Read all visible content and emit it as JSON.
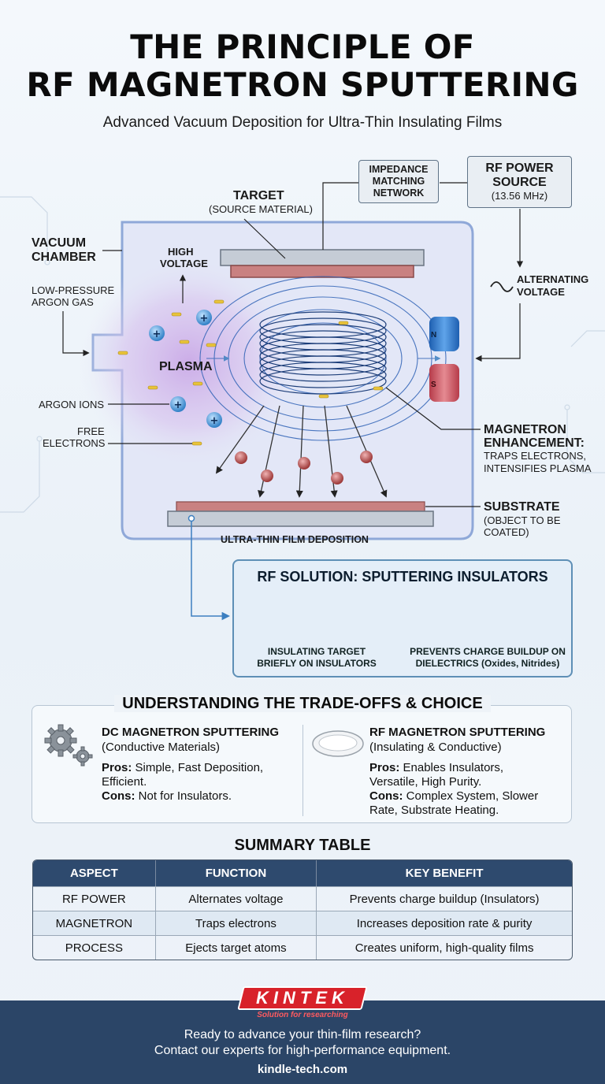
{
  "header": {
    "title_line1": "THE PRINCIPLE OF",
    "title_line2": "RF MAGNETRON SPUTTERING",
    "subtitle": "Advanced Vacuum Deposition for Ultra-Thin Insulating Films"
  },
  "diagram": {
    "impedance": [
      "IMPEDANCE",
      "MATCHING",
      "NETWORK"
    ],
    "rf_source": {
      "title1": "RF POWER",
      "title2": "SOURCE",
      "freq": "(13.56 MHz)"
    },
    "target": {
      "title": "TARGET",
      "sub": "(SOURCE MATERIAL)"
    },
    "vacuum": [
      "VACUUM",
      "CHAMBER"
    ],
    "high_voltage": [
      "HIGH",
      "VOLTAGE"
    ],
    "argon_gas": [
      "LOW-PRESSURE",
      "ARGON GAS"
    ],
    "plasma": "PLASMA",
    "argon_ions": "ARGON IONS",
    "free_electrons": [
      "FREE",
      "ELECTRONS"
    ],
    "alternating": [
      "ALTERNATING",
      "VOLTAGE"
    ],
    "magnet_n": "N",
    "magnet_s": "S",
    "magnetron": {
      "l1": "MAGNETRON",
      "l2": "ENHANCEMENT:",
      "l3": "TRAPS ELECTRONS,",
      "l4": "INTENSIFIES PLASMA"
    },
    "substrate": {
      "title": "SUBSTRATE",
      "l1": "(OBJECT TO BE",
      "l2": "COATED)"
    },
    "deposition": "ULTRA-THIN FILM DEPOSITION",
    "colors": {
      "chamber": "#dfe4f6",
      "target": "#c5ccd6",
      "target_red": "#c98181",
      "field_lines": "#2f62b6",
      "ion": "#3b8fd4",
      "atom": "#b64a4a",
      "electron": "#e8c33a"
    }
  },
  "rf_solution": {
    "title": "RF SOLUTION: SPUTTERING INSULATORS",
    "left_caption": [
      "INSULATING TARGET",
      "BRIEFLY ON INSULATORS"
    ],
    "right_caption": [
      "PREVENTS CHARGE BUILDUP ON",
      "DIELECTRICS (Oxides, Nitrides)"
    ]
  },
  "tradeoffs": {
    "title": "UNDERSTANDING THE TRADE-OFFS & CHOICE",
    "dc": {
      "heading": "DC MAGNETRON SPUTTERING",
      "sub": "(Conductive Materials)",
      "pros_label": "Pros:",
      "pros_l1": " Simple, Fast Deposition,",
      "pros_l2": "Efficient.",
      "cons_label": "Cons:",
      "cons": " Not for Insulators."
    },
    "rf": {
      "heading": "RF MAGNETRON SPUTTERING",
      "sub": "(Insulating & Conductive)",
      "pros_label": "Pros:",
      "pros_l1": " Enables Insulators,",
      "pros_l2": "Versatile, High Purity.",
      "cons_label": "Cons:",
      "cons_l1": " Complex System, Slower",
      "cons_l2": "Rate, Substrate Heating."
    }
  },
  "summary": {
    "title": "SUMMARY TABLE",
    "headers": [
      "ASPECT",
      "FUNCTION",
      "KEY BENEFIT"
    ],
    "rows": [
      [
        "RF POWER",
        "Alternates voltage",
        "Prevents charge buildup (Insulators)"
      ],
      [
        "MAGNETRON",
        "Traps electrons",
        "Increases deposition rate & purity"
      ],
      [
        "PROCESS",
        "Ejects target atoms",
        "Creates uniform, high-quality films"
      ]
    ]
  },
  "footer": {
    "logo": "KINTEK",
    "logo_tagline": "Solution for researching",
    "line1": "Ready to advance your thin-film research?",
    "line2": "Contact our experts for high-performance equipment.",
    "site": "kindle-tech.com"
  }
}
